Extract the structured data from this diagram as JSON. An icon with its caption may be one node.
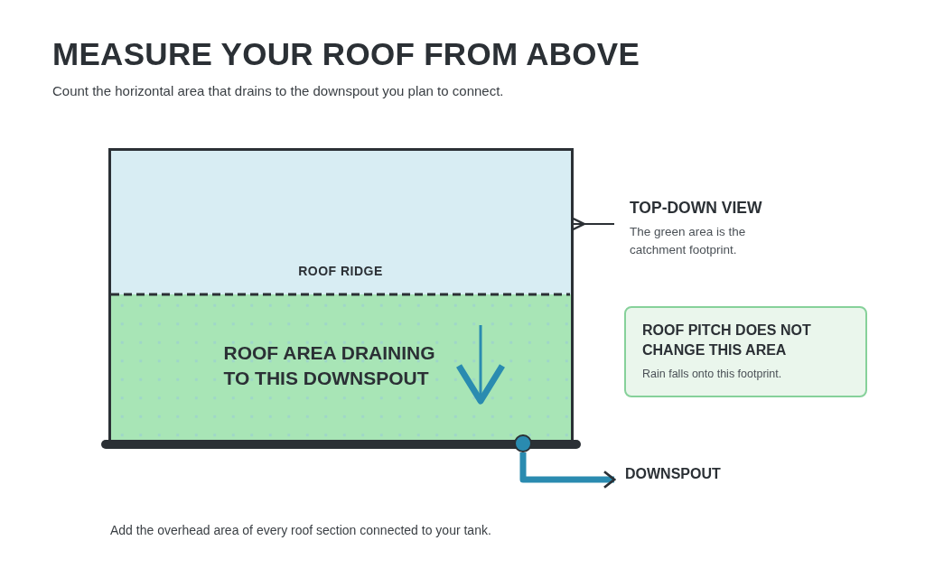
{
  "diagram": {
    "title": "MEASURE YOUR ROOF FROM ABOVE",
    "nodes": [
      {
        "text": [
          "ROOF RIDGE"
        ]
      },
      {
        "text": [
          "ROOF AREA DRAINING TO THIS DOWNSPOUT"
        ]
      },
      {
        "text": [
          "TOP-DOWN VIEW",
          "The green area is the catchment footprint."
        ]
      },
      {
        "text": [
          "ROOF PITCH DOES NOT CHANGE THIS AREA",
          "Rain falls onto this footprint."
        ]
      },
      {
        "text": [],
        "shape": "circle"
      },
      {
        "text": [
          "DOWNSPOUT"
        ]
      }
    ],
    "edges": [
      {
        "from": 2,
        "to": 0,
        "arrow": "other"
      },
      {
        "from": 4,
        "to": 5,
        "arrow": "to",
        "style": "thick",
        "color": "#2a8bb0"
      }
    ],
    "labels": [
      "Count the horizontal area that drains to the downspout you plan to connect.",
      "Add the overhead area of every roof section connected to your tank."
    ]
  }
}
